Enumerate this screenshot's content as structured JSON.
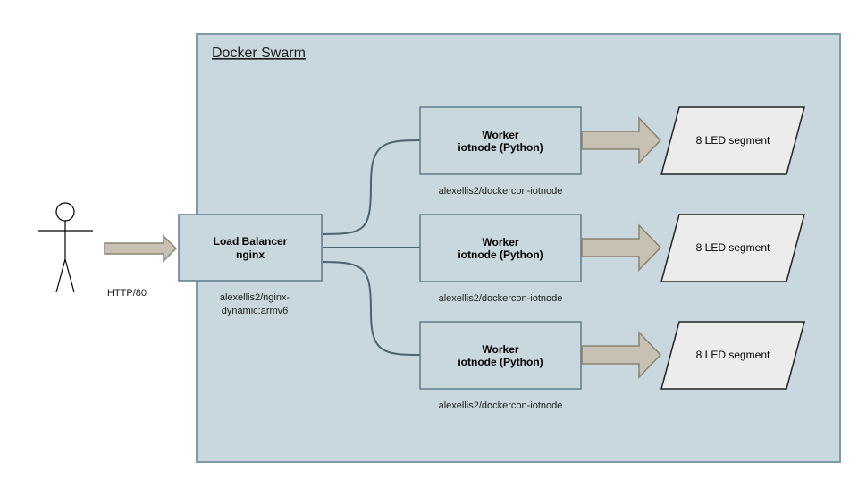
{
  "swarm": {
    "title": "Docker Swarm"
  },
  "client": {
    "protocol_label": "HTTP/80"
  },
  "load_balancer": {
    "title_line1": "Load Balancer",
    "title_line2": "nginx",
    "image_line1": "alexellis2/nginx-",
    "image_line2": "dynamic:armv6"
  },
  "workers": [
    {
      "title_line1": "Worker",
      "title_line2": "iotnode (Python)",
      "image": "alexellis2/dockercon-iotnode",
      "output_label": "8 LED segment"
    },
    {
      "title_line1": "Worker",
      "title_line2": "iotnode (Python)",
      "image": "alexellis2/dockercon-iotnode",
      "output_label": "8 LED segment"
    },
    {
      "title_line1": "Worker",
      "title_line2": "iotnode (Python)",
      "image": "alexellis2/dockercon-iotnode",
      "output_label": "8 LED segment"
    }
  ],
  "colors": {
    "swarm_fill": "#c9d7df",
    "swarm_stroke": "#7e9aa8",
    "box_fill": "#c9d7df",
    "box_stroke": "#607c8b",
    "connector": "#4c6470",
    "arrow_fill": "#c7c1b3",
    "arrow_stroke": "#8a8272",
    "led_fill": "#ececec",
    "led_stroke": "#222222"
  }
}
